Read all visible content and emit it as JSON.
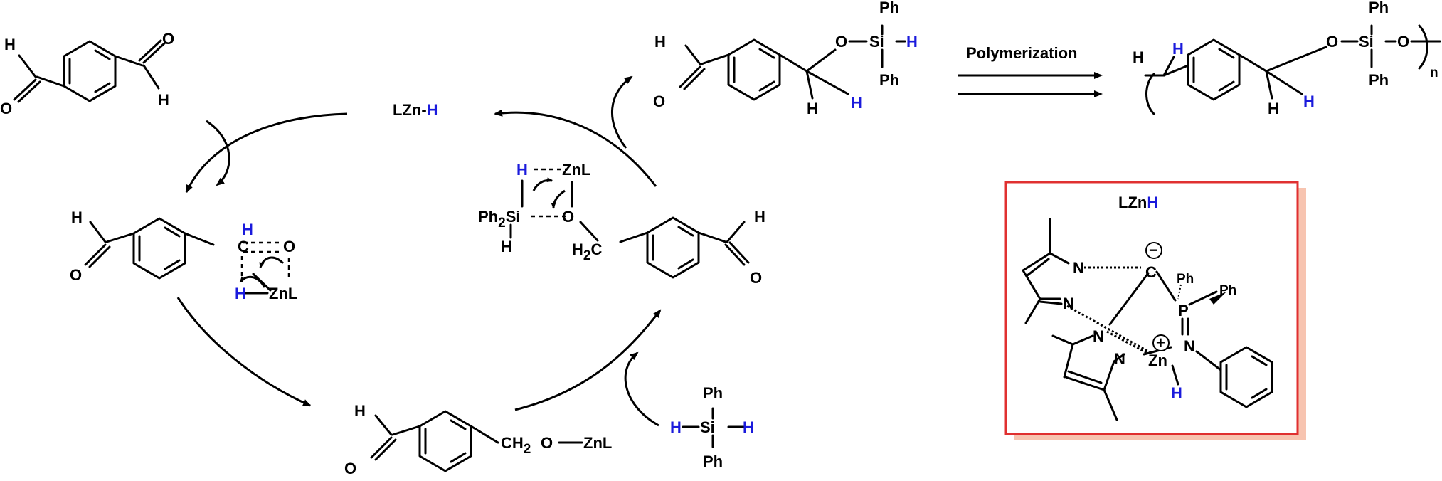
{
  "colors": {
    "highlight_h": "#1a1adc",
    "frame": "#e03030",
    "frame_shadow": "#f7c4b0"
  },
  "catalyst": {
    "label": "LZn",
    "label_h": "H",
    "box_title": "LZn",
    "box_title_h": "H"
  },
  "step_arrows": {
    "polymerization": "Polymerization"
  },
  "terephthalaldehyde": {
    "h_left": "H",
    "o_left": "O",
    "h_right": "H",
    "o_right": "O"
  },
  "insertion_ts": {
    "h_ald": "H",
    "o_ald": "O",
    "c_h": "H",
    "c": "C",
    "o": "O",
    "h_zn": "H",
    "znl": "ZnL"
  },
  "alkoxide": {
    "h_ald": "H",
    "o_ald": "O",
    "ch2": "CH",
    "sub2": "2",
    "o": "O",
    "znl": "ZnL"
  },
  "silane": {
    "ph_top": "Ph",
    "h_left": "H",
    "si": "Si",
    "h_right": "H",
    "ph_bottom": "Ph"
  },
  "metathesis_ts": {
    "h": "H",
    "znl": "ZnL",
    "ph2si": "Ph",
    "sub2": "2",
    "si": "Si",
    "o": "O",
    "h_si": "H",
    "h2c": "H",
    "h2c_sub": "2",
    "c": "C",
    "h_ald": "H",
    "o_ald": "O"
  },
  "product": {
    "h_ald": "H",
    "o_ald": "O",
    "o": "O",
    "si": "Si",
    "ph_top": "Ph",
    "ph_bottom": "Ph",
    "h_si": "H",
    "h_c1": "H",
    "h_c2": "H"
  },
  "polymer": {
    "h_left": "H",
    "h_blue": "H",
    "o1": "O",
    "si": "Si",
    "o2": "O",
    "ph_top": "Ph",
    "ph_bottom": "Ph",
    "h_c1": "H",
    "h_c2": "H",
    "n": "n"
  },
  "complex": {
    "n1": "N",
    "n2": "N",
    "c": "C",
    "charge_minus": "−",
    "p": "P",
    "ph1": "Ph",
    "ph2": "Ph",
    "n_top": "N",
    "n_bot": "N",
    "zn": "Zn",
    "charge_plus": "+",
    "n_imine": "N",
    "h_zn": "H"
  }
}
